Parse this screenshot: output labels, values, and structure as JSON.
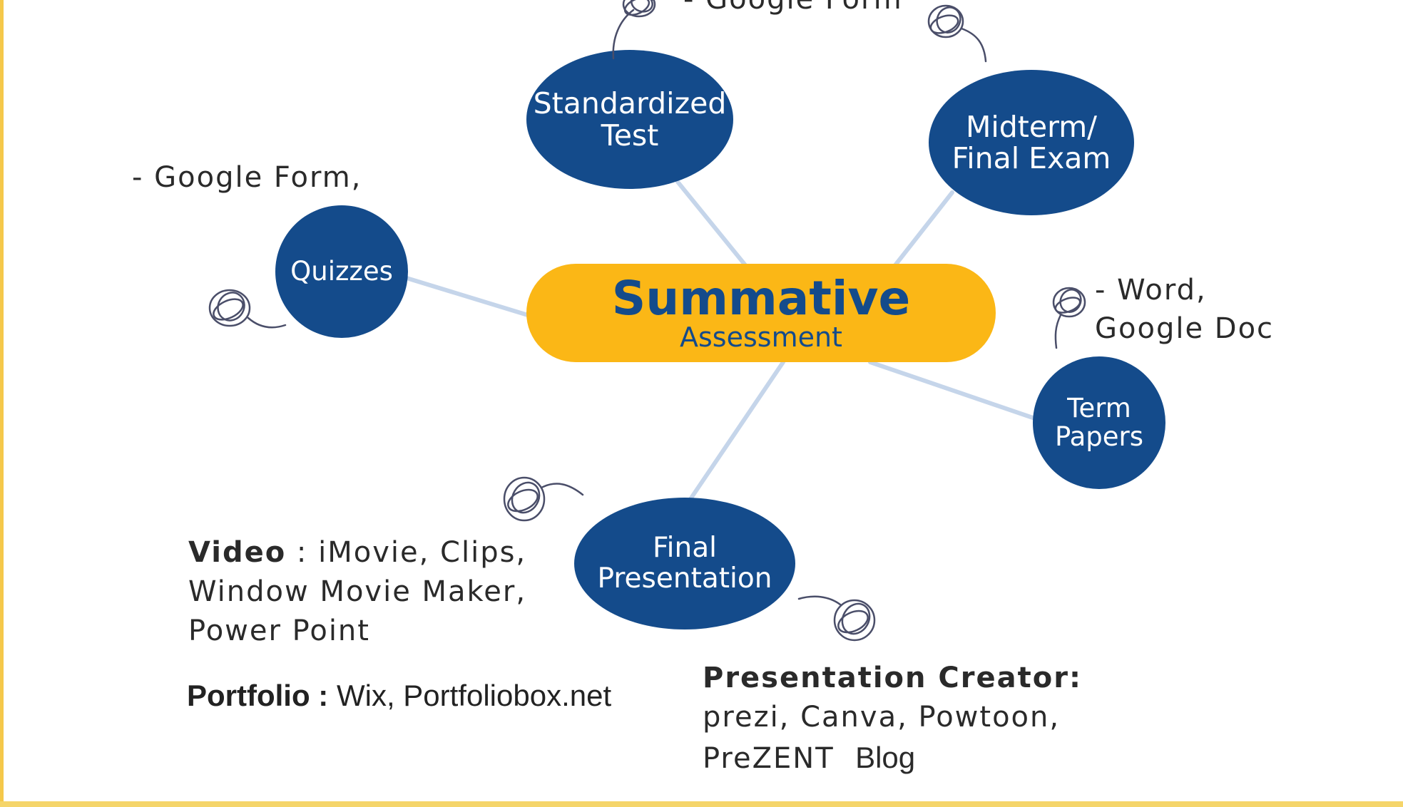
{
  "colors": {
    "node_fill": "#144b8b",
    "center_fill": "#fbb716",
    "connector": "#c5d5ea",
    "frame": "#f5c84a",
    "note_text": "#2a2a2a"
  },
  "center": {
    "title": "Summative",
    "subtitle": "Assessment"
  },
  "nodes": {
    "standardized": "Standardized\nTest",
    "midterm": "Midterm/\nFinal Exam",
    "quizzes": "Quizzes",
    "term_papers": "Term\nPapers",
    "final_presentation": "Final\nPresentation"
  },
  "notes": {
    "top_left_cut": "- Google Form",
    "quizzes": "- Google Form,",
    "term_papers": "- Word,\nGoogle Doc",
    "video_label": "Video",
    "video_tools": " : iMovie, Clips,\nWindow Movie Maker,\nPower Point",
    "portfolio_label": "Portfolio :",
    "portfolio_tools": " Wix, Portfoliobox.net",
    "presentation_label": "Presentation Creator:",
    "presentation_tools": "prezi, Canva, Powtoon,\nPreZENT",
    "blog": "Blog"
  },
  "icons": [
    "scribble-icon"
  ]
}
